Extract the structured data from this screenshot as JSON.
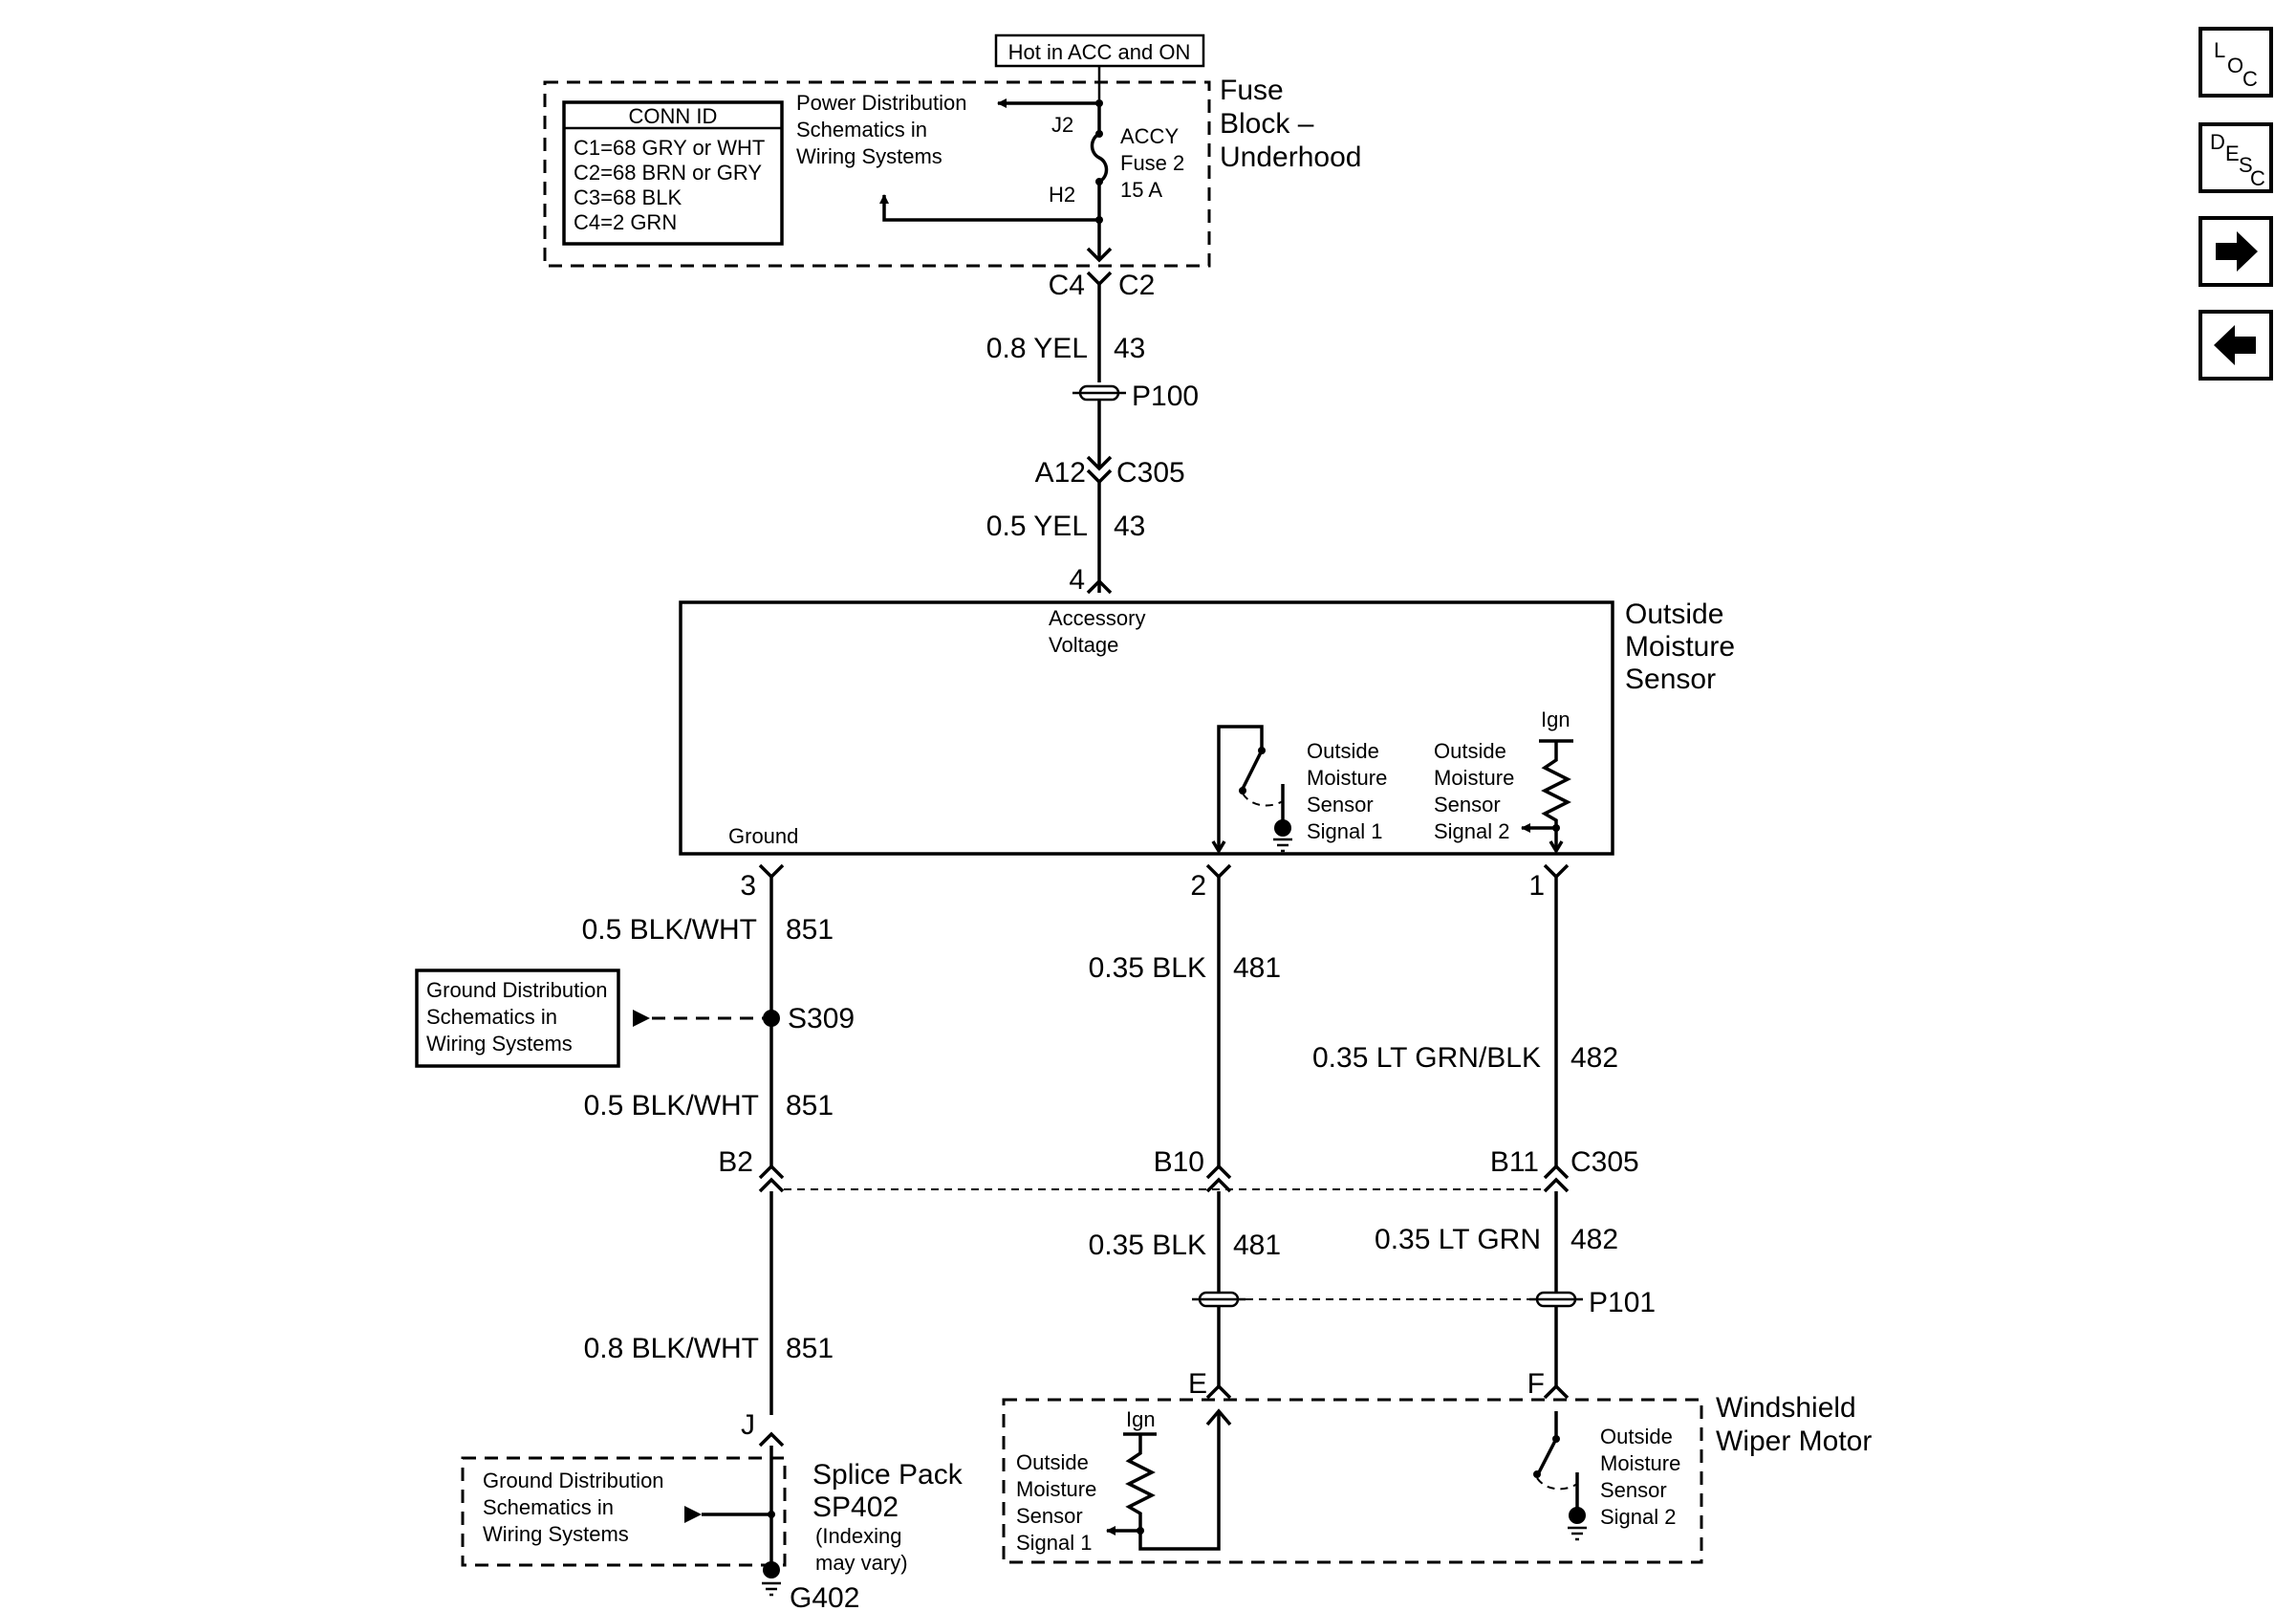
{
  "fuse_block": {
    "hot_label": "Hot in ACC and ON",
    "name_l1": "Fuse",
    "name_l2": "Block –",
    "name_l3": "Underhood",
    "conn_id_title": "CONN ID",
    "conn_ids": [
      "C1=68 GRY or WHT",
      "C2=68 BRN or GRY",
      "C3=68 BLK",
      "C4=2 GRN"
    ],
    "power_ref": [
      "Power Distribution",
      "Schematics in",
      "Wiring Systems"
    ],
    "pin_top": "J2",
    "pin_bottom": "H2",
    "fuse_label": [
      "ACCY",
      "Fuse 2",
      "15 A"
    ],
    "out_conn": "C4",
    "out_pin": "C2"
  },
  "feed": {
    "wire1_gauge": "0.8 YEL",
    "wire1_circuit": "43",
    "passthru": "P100",
    "conn_pin": "A12",
    "conn_name": "C305",
    "wire2_gauge": "0.5 YEL",
    "wire2_circuit": "43",
    "sensor_pin": "4"
  },
  "sensor": {
    "name_l1": "Outside",
    "name_l2": "Moisture",
    "name_l3": "Sensor",
    "acc_l1": "Accessory",
    "acc_l2": "Voltage",
    "ground_label": "Ground",
    "ign_label": "Ign",
    "sig1": [
      "Outside",
      "Moisture",
      "Sensor",
      "Signal 1"
    ],
    "sig2": [
      "Outside",
      "Moisture",
      "Sensor",
      "Signal 2"
    ]
  },
  "ground_branch": {
    "pin": "3",
    "w1_gauge": "0.5 BLK/WHT",
    "w1_circuit": "851",
    "ref": [
      "Ground Distribution",
      "Schematics in",
      "Wiring Systems"
    ],
    "splice": "S309",
    "w2_gauge": "0.5 BLK/WHT",
    "w2_circuit": "851",
    "conn_pin": "B2",
    "w3_gauge": "0.8 BLK/WHT",
    "w3_circuit": "851",
    "splice_pin": "J",
    "splice_ref": [
      "Ground Distribution",
      "Schematics in",
      "Wiring Systems"
    ],
    "splice_name": [
      "Splice Pack",
      "SP402",
      "(Indexing",
      "may vary)"
    ],
    "ground_name": "G402"
  },
  "signal1": {
    "pin": "2",
    "w1_gauge": "0.35 BLK",
    "w1_circuit": "481",
    "conn_pin": "B10",
    "w2_gauge": "0.35 BLK",
    "w2_circuit": "481",
    "motor_pin": "E"
  },
  "signal2": {
    "pin": "1",
    "w1_gauge": "0.35 LT GRN/BLK",
    "w1_circuit": "482",
    "conn_pin": "B11",
    "conn_name": "C305",
    "w2_gauge": "0.35 LT GRN",
    "w2_circuit": "482",
    "passthru": "P101",
    "motor_pin": "F"
  },
  "wiper_motor": {
    "name_l1": "Windshield",
    "name_l2": "Wiper Motor",
    "ign_label": "Ign",
    "sig1": [
      "Outside",
      "Moisture",
      "Sensor",
      "Signal 1"
    ],
    "sig2": [
      "Outside",
      "Moisture",
      "Sensor",
      "Signal 2"
    ]
  },
  "nav": {
    "loc_icon": "loc-icon",
    "desc_icon": "desc-icon",
    "forward_icon": "arrow-right-icon",
    "back_icon": "arrow-left-icon"
  }
}
